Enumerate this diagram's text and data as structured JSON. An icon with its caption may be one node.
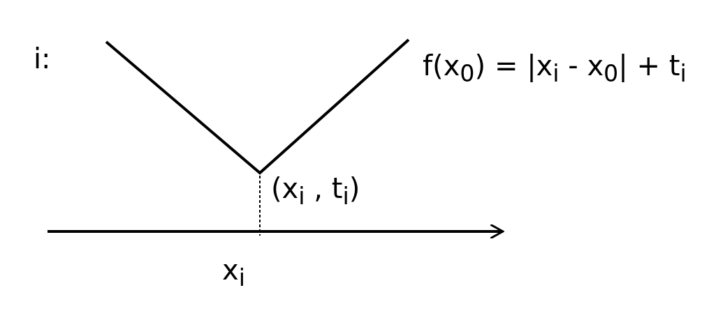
{
  "diagram": {
    "labels": [
      "i:",
      "f(x$_{0}$) = |x$_{i}$ - x$_{0}$| + t$_{i}$",
      "(x$_{i}$ , t$_{i}$)",
      "x$_{i}$"
    ]
  }
}
